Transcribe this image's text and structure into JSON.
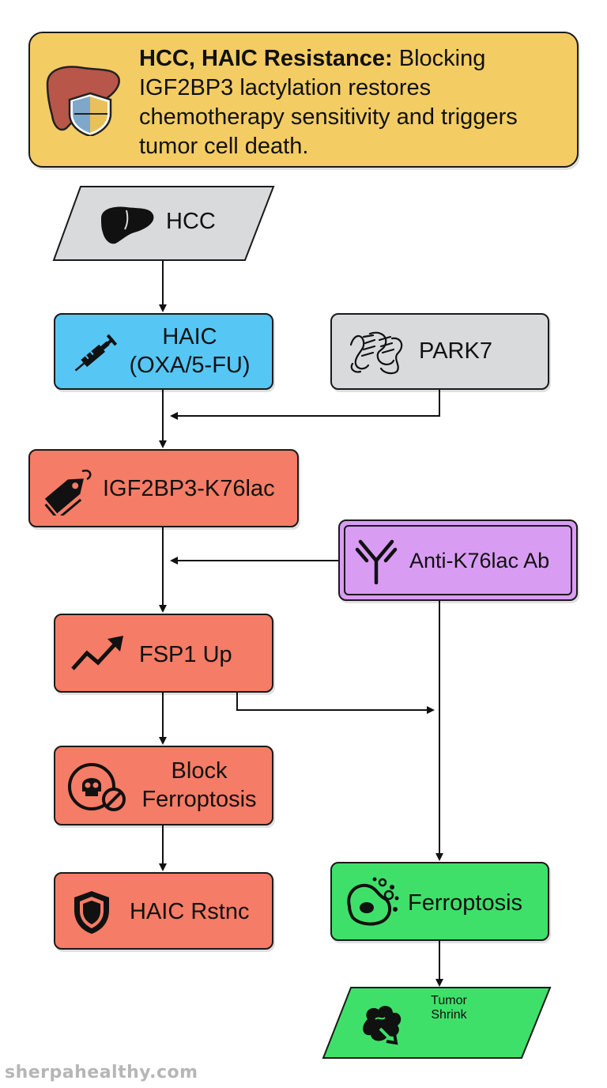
{
  "banner": {
    "title": "HCC, HAIC Resistance:",
    "text": " Blocking IGF2BP3 lactylation restores chemotherapy sensitivity and triggers tumor cell death."
  },
  "nodes": {
    "hcc": "HCC",
    "haic_line1": "HAIC",
    "haic_line2": "(OXA/5-FU)",
    "park7": "PARK7",
    "igf2bp3": "IGF2BP3-K76lac",
    "antibody": "Anti-K76lac Ab",
    "fsp1": "FSP1 Up",
    "block_line1": "Block",
    "block_line2": "Ferroptosis",
    "haic_rstnc": "HAIC Rstnc",
    "ferroptosis": "Ferroptosis",
    "tumor_line1": "Tumor",
    "tumor_line2": "Shrink"
  },
  "colors": {
    "banner": "#f3cc64",
    "gray": "#d9dadc",
    "blue": "#56c6f5",
    "red": "#f57c66",
    "purple": "#d99cf3",
    "green": "#3fe06a"
  },
  "icons": [
    "liver-shield-icon",
    "liver-icon",
    "syringe-icon",
    "protein-icon",
    "tag-icon",
    "antibody-icon",
    "trend-up-icon",
    "skull-block-icon",
    "shield-icon",
    "cell-burst-icon",
    "tumor-icon"
  ],
  "watermark": "sherpahealthy.com"
}
